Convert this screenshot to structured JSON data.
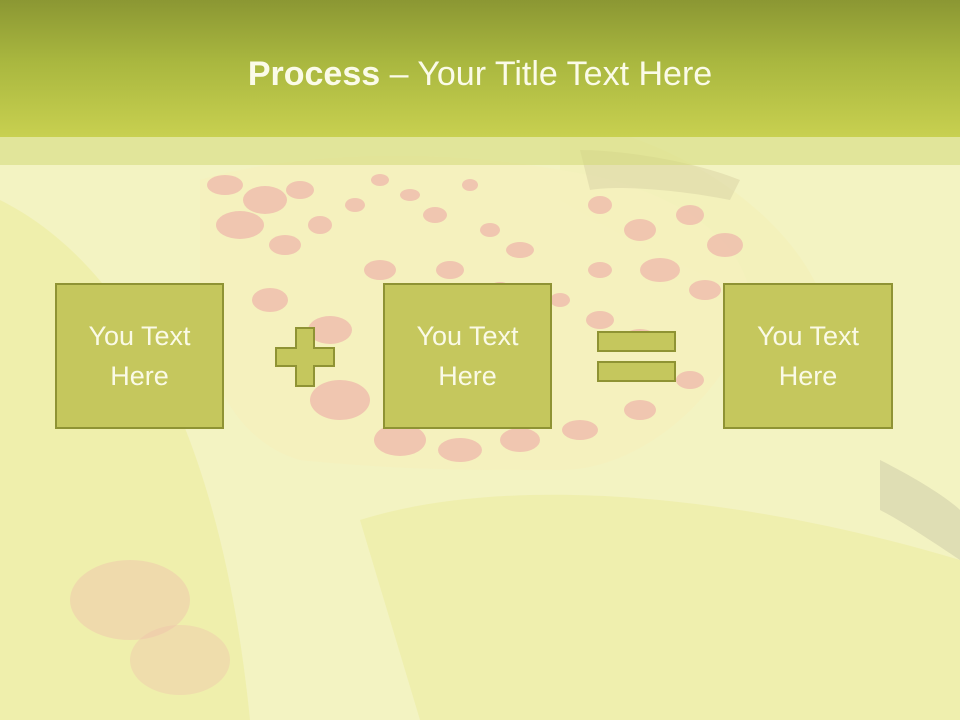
{
  "slide": {
    "title_bold": "Process",
    "title_rest": " – Your Title Text Here",
    "boxes": [
      {
        "line1": "You Text",
        "line2": "Here"
      },
      {
        "line1": "You Text",
        "line2": "Here"
      },
      {
        "line1": "You Text",
        "line2": "Here"
      }
    ],
    "operators": [
      "plus-icon",
      "equals-icon"
    ]
  },
  "colors": {
    "title_bar": "#a9b73f",
    "box_fill": "#c5c75d",
    "box_border": "#8f9334",
    "text": "#fafae6"
  }
}
